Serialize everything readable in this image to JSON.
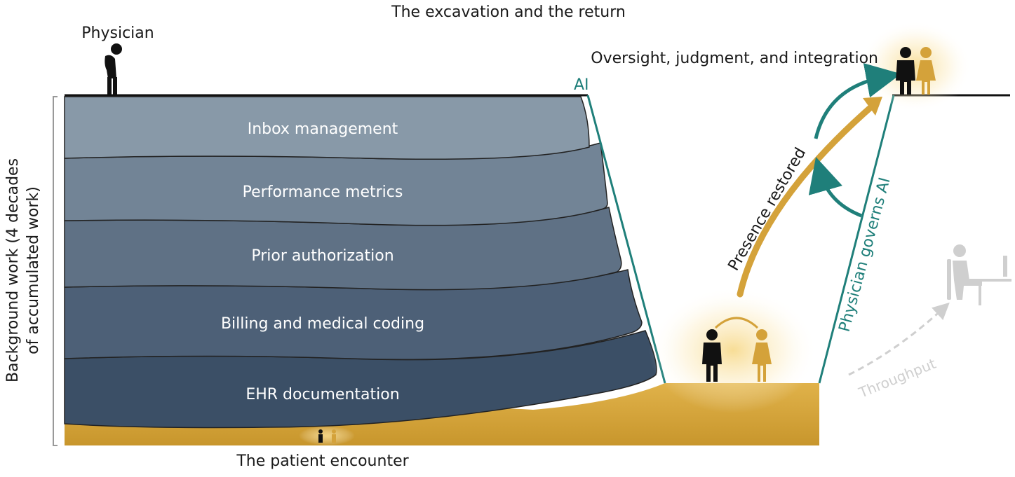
{
  "title": "The excavation and the return",
  "labels": {
    "physician": "Physician",
    "oversight": "Oversight, judgment, and integration",
    "ai": "AI",
    "presence_restored": "Presence restored",
    "physician_governs_ai": "Physician governs AI",
    "throughput": "Throughput",
    "patient_encounter": "The patient encounter",
    "background_line1": "Background work (4 decades",
    "background_line2": "of accumulated work)"
  },
  "layers": [
    {
      "label": "Inbox management",
      "color": "#8899a8"
    },
    {
      "label": "Performance metrics",
      "color": "#728496"
    },
    {
      "label": "Prior authorization",
      "color": "#5f7185"
    },
    {
      "label": "Billing and medical coding",
      "color": "#4d6077"
    },
    {
      "label": "EHR documentation",
      "color": "#3b4f66"
    }
  ],
  "colors": {
    "gold": "#d4a23a",
    "teal": "#1f7f7a",
    "ink": "#111111",
    "gray": "#c8c8c8"
  }
}
